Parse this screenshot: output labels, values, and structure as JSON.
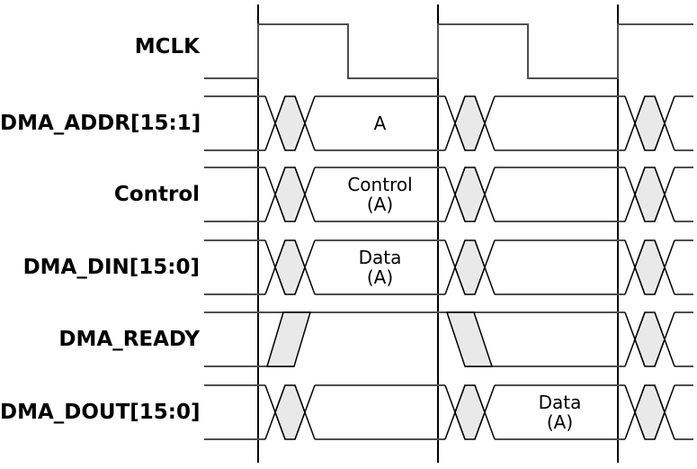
{
  "diagram": {
    "type": "timing_waveform",
    "clock_edge_count": 3,
    "signals": [
      {
        "name": "MCLK",
        "kind": "clock",
        "pattern": [
          "low",
          "high@edge1",
          "low@mid1",
          "high@edge2",
          "low@mid2",
          "high@edge3"
        ]
      },
      {
        "name": "DMA_ADDR[15:1]",
        "kind": "bus",
        "cycle_values": [
          "A",
          "",
          ""
        ]
      },
      {
        "name": "Control",
        "kind": "bus",
        "cycle_values": [
          "Control\n(A)",
          "",
          ""
        ]
      },
      {
        "name": "DMA_DIN[15:0]",
        "kind": "bus",
        "cycle_values": [
          "Data\n(A)",
          "",
          ""
        ]
      },
      {
        "name": "DMA_READY",
        "kind": "ready",
        "cycle_values": [
          "",
          "",
          ""
        ],
        "pattern": [
          "undefined",
          "rise-after-edge1",
          "high",
          "fall-after-edge2",
          "undefined",
          "change-after-edge3"
        ]
      },
      {
        "name": "DMA_DOUT[15:0]",
        "kind": "bus",
        "cycle_values": [
          "",
          "Data\n(A)",
          ""
        ]
      }
    ],
    "colors": {
      "wave_line": "#4f4f4f",
      "edge_line": "#000000",
      "transition_fill": "#e9e9e9",
      "text": "#000000",
      "background": "#ffffff"
    }
  }
}
